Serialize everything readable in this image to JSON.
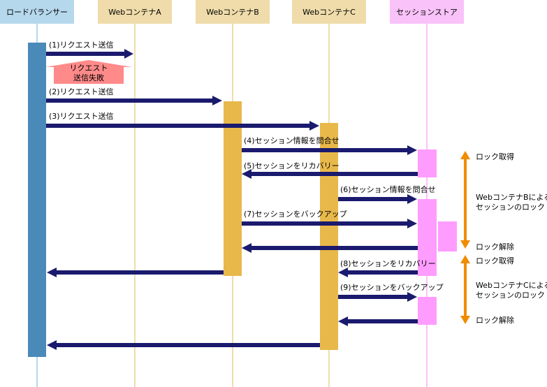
{
  "participants": [
    {
      "label": "ロードバランサー",
      "color": "#b6d8ec"
    },
    {
      "label": "WebコンテナA",
      "color": "#efdcaa"
    },
    {
      "label": "WebコンテナB",
      "color": "#efdcaa"
    },
    {
      "label": "WebコンテナC",
      "color": "#efdcaa"
    },
    {
      "label": "セッションストア",
      "color": "#f9c2f9"
    }
  ],
  "messages": [
    "(1)リクエスト送信",
    "(2)リクエスト送信",
    "(3)リクエスト送信",
    "(4)セッション情報を問合せ",
    "(5)セッションをリカバリー",
    "(6)セッション情報を問合せ",
    "(7)セッションをバックアップ",
    "(8)セッションをリカバリー",
    "(9)セッションをバックアップ"
  ],
  "failure_note": [
    "リクエスト",
    "送信失敗"
  ],
  "lock_notes": {
    "b": {
      "acquire": "ロック取得",
      "desc": [
        "WebコンテナBによる",
        "セッションのロック"
      ],
      "release": "ロック解除"
    },
    "c": {
      "acquire": "ロック取得",
      "desc": [
        "WebコンテナCによる",
        "セッションのロック"
      ],
      "release": "ロック解除"
    }
  },
  "colors": {
    "arrow": "#1a1a6e",
    "lb_activation": "#4a8ab8",
    "web_activation": "#e8b84a",
    "store_activation": "#ff9cff",
    "lock_arrow": "#f08c00",
    "failure": "#ff8a8a",
    "lifeline_lb": "#b6d8ec",
    "lifeline_web": "#efdcaa",
    "lifeline_store": "#f9c2f9"
  }
}
